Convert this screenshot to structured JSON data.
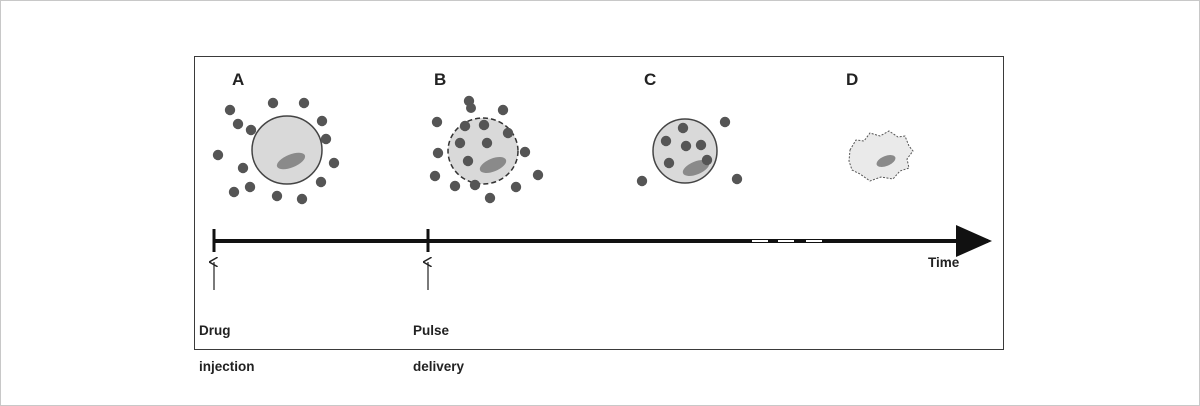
{
  "stages": [
    {
      "letter": "A"
    },
    {
      "letter": "B"
    },
    {
      "letter": "C"
    },
    {
      "letter": "D"
    }
  ],
  "timeline": {
    "axis_label": "Time",
    "events": [
      {
        "label_line1": "Drug",
        "label_line2": "injection"
      },
      {
        "label_line1": "Pulse",
        "label_line2": "delivery"
      }
    ]
  },
  "colors": {
    "frame": "#3a3a3a",
    "cell_fill": "#d9d9d9",
    "nucleus": "#8a8a8a",
    "drug_dot": "#555555",
    "axis": "#111111"
  }
}
